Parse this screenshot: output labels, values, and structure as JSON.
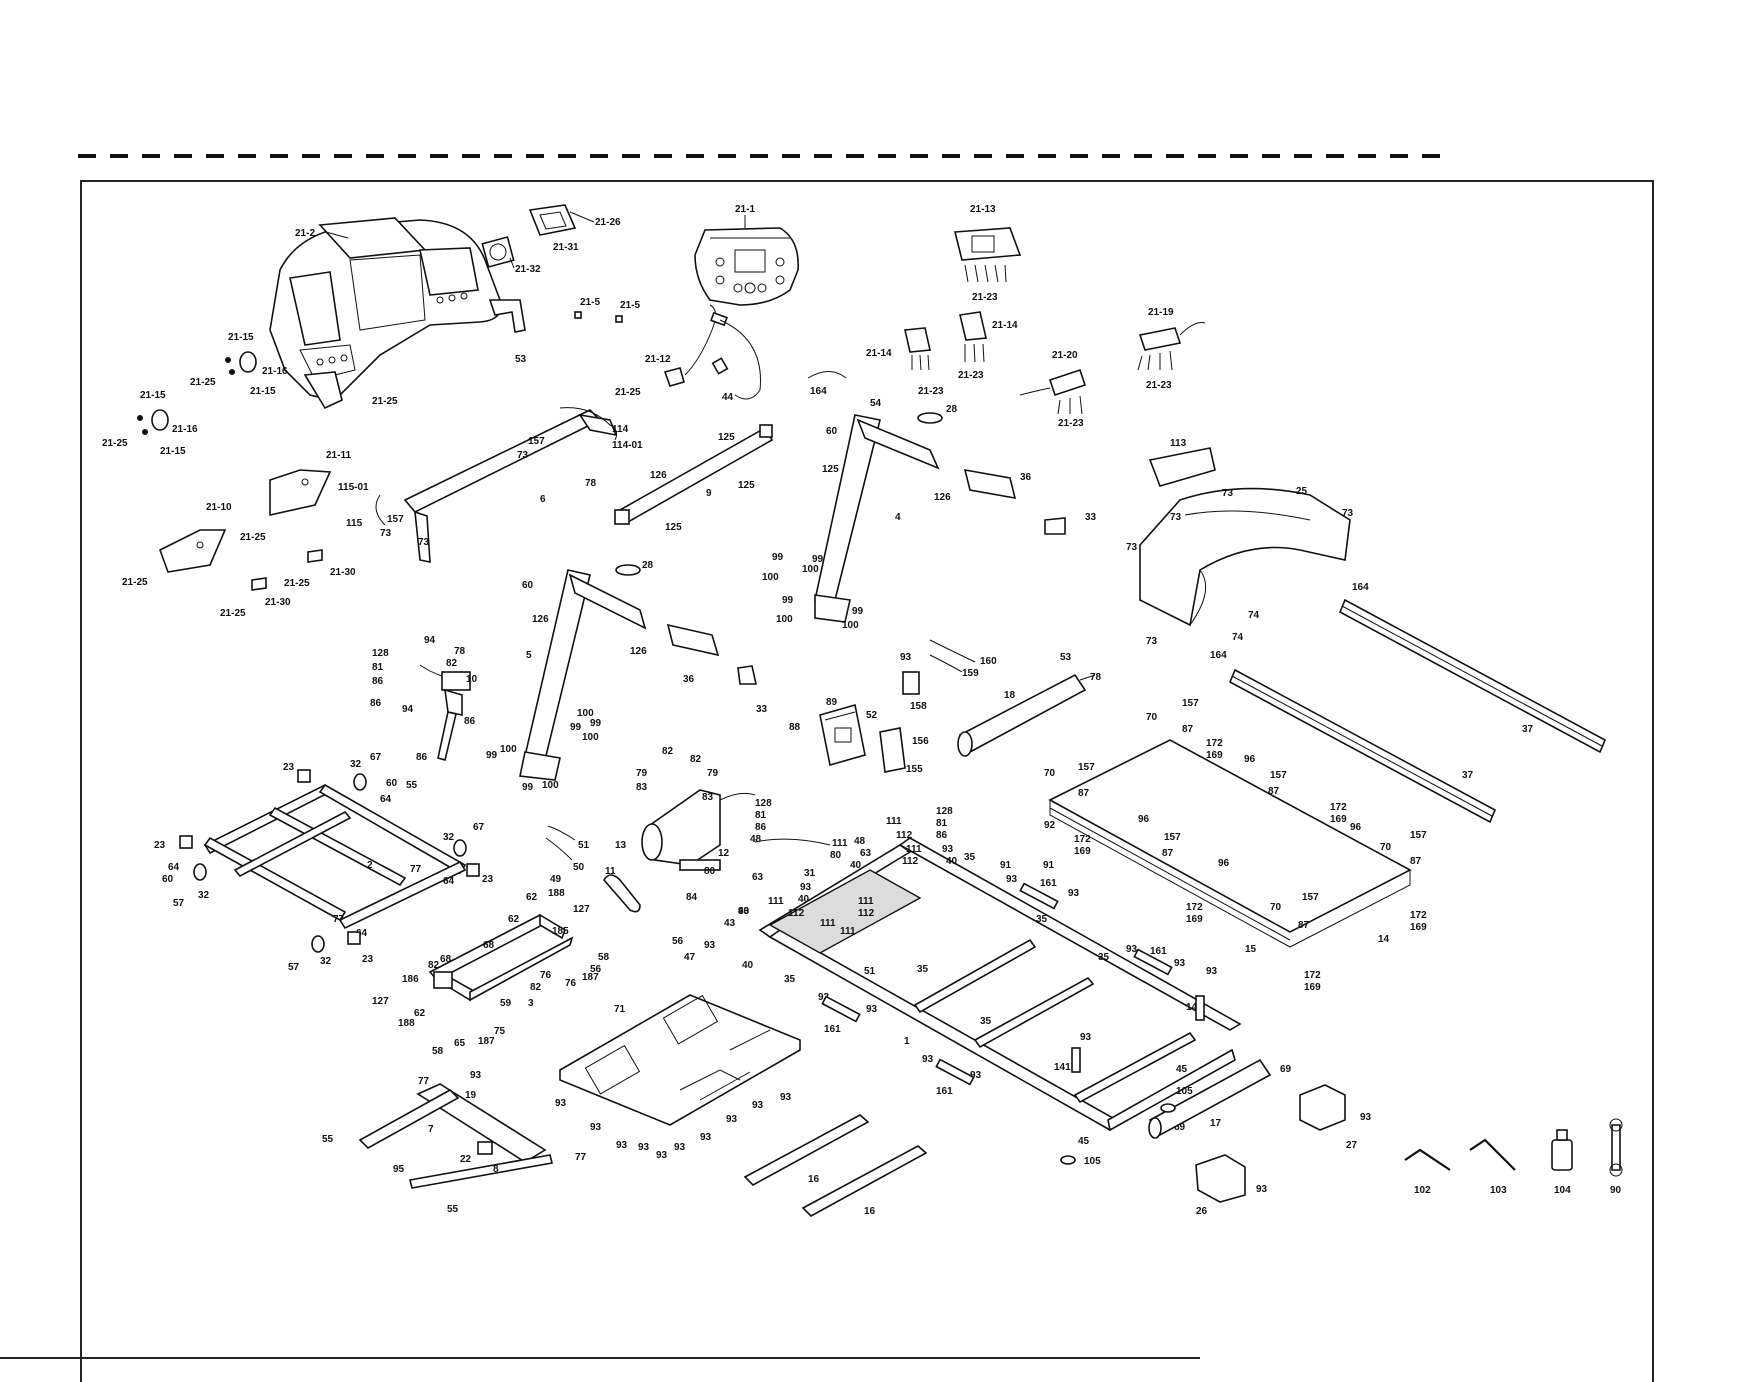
{
  "labels": {
    "l21_2": "21-2",
    "l21_26": "21-26",
    "l21_31": "21-31",
    "l21_32": "21-32",
    "l21_1": "21-1",
    "l21_13": "21-13",
    "l21_23a": "21-23",
    "l21_5a": "21-5",
    "l21_5b": "21-5",
    "l53": "53",
    "l21_15a": "21-15",
    "l21_16a": "21-16",
    "l21_25a": "21-25",
    "l21_15b": "21-15",
    "l21_25b": "21-25",
    "l21_15c": "21-15",
    "l21_16b": "21-16",
    "l21_25c": "21-25",
    "l21_15d": "21-15",
    "l21_12": "21-12",
    "l21_25d": "21-25",
    "l44": "44",
    "l21_14a": "21-14",
    "l21_23b": "21-23",
    "l21_14b": "21-14",
    "l21_23c": "21-23",
    "l164a": "164",
    "l21_20": "21-20",
    "l21_23d": "21-23",
    "l21_19": "21-19",
    "l21_23e": "21-23",
    "l114": "114",
    "l114_01": "114-01",
    "l157a": "157",
    "l73a": "73",
    "l78": "78",
    "l6": "6",
    "l21_11": "21-11",
    "l115_01": "115-01",
    "l115": "115",
    "l157b": "157",
    "l73b": "73",
    "l73c": "73",
    "l21_10": "21-10",
    "l21_25e": "21-25",
    "l21_25f": "21-25",
    "l21_25g": "21-25",
    "l21_30a": "21-30",
    "l21_25h": "21-25",
    "l21_30b": "21-30",
    "l125a": "125",
    "l125b": "125",
    "l126a": "126",
    "l9": "9",
    "l125c": "125",
    "l54": "54",
    "l60a": "60",
    "l125d": "125",
    "l28a": "28",
    "l126b": "126",
    "l4": "4",
    "l36a": "36",
    "l33a": "33",
    "l113": "113",
    "l73d": "73",
    "l25": "25",
    "l73e": "73",
    "l73f": "73",
    "l73g": "73",
    "l73h": "73",
    "l74a": "74",
    "l74b": "74",
    "l164b": "164",
    "l164c": "164",
    "l37a": "37",
    "l37b": "37",
    "l99a": "99",
    "l100a": "100",
    "l99b": "99",
    "l100b": "100",
    "l99c": "99",
    "l100c": "100",
    "l99d": "99",
    "l100d": "100",
    "l60b": "60",
    "l126c": "126",
    "l28b": "28",
    "l5": "5",
    "l126d": "126",
    "l36b": "36",
    "l33b": "33",
    "l99e": "99",
    "l100e": "100",
    "l99f": "99",
    "l100f": "100",
    "l99g": "99",
    "l100g": "100",
    "l128a": "128",
    "l94a": "94",
    "l78b": "78",
    "l81a": "81",
    "l82a": "82",
    "l86a": "86",
    "l10": "10",
    "l86b": "86",
    "l94b": "94",
    "l86c": "86",
    "l86d": "86",
    "l93a": "93",
    "l160": "160",
    "l159": "159",
    "l158": "158",
    "l89": "89",
    "l52": "52",
    "l88": "88",
    "l156": "156",
    "l155": "155",
    "l53b": "53",
    "l78c": "78",
    "l18": "18",
    "l70a": "70",
    "l157c": "157",
    "l87a": "87",
    "l172a": "172",
    "l169a": "169",
    "l96a": "96",
    "l70b": "70",
    "l157d": "157",
    "l87b": "87",
    "l157e": "157",
    "l87c": "87",
    "l172b": "172",
    "l169b": "169",
    "l96b": "96",
    "l96c": "96",
    "l157f": "157",
    "l87d": "87",
    "l96d": "96",
    "l172c": "172",
    "l169c": "169",
    "l70c": "70",
    "l157g": "157",
    "l87e": "87",
    "l70d": "70",
    "l157h": "157",
    "l87f": "87",
    "l172d": "172",
    "l169d": "169",
    "l15": "15",
    "l14": "14",
    "l172e": "172",
    "l169e": "169",
    "l172f": "172",
    "l169f": "169",
    "l23a": "23",
    "l32a": "32",
    "l67a": "67",
    "l60c": "60",
    "l64a": "64",
    "l55a": "55",
    "l23b": "23",
    "l64b": "64",
    "l60d": "60",
    "l57a": "57",
    "l32b": "32",
    "l2": "2",
    "l32c": "32",
    "l67b": "67",
    "l77a": "77",
    "l64c": "64",
    "l23c": "23",
    "l77b": "77",
    "l64d": "64",
    "l23d": "23",
    "l32d": "32",
    "l57b": "57",
    "l62a": "62",
    "l188a": "188",
    "l127a": "127",
    "l62b": "62",
    "l185": "185",
    "l68a": "68",
    "l58a": "58",
    "l56a": "56",
    "l82b": "82",
    "l186": "186",
    "l76a": "76",
    "l76b": "76",
    "l187a": "187",
    "l127b": "127",
    "l188b": "188",
    "l62c": "62",
    "l59": "59",
    "l3": "3",
    "l58b": "58",
    "l65": "65",
    "l187b": "187",
    "l75": "75",
    "l82c": "82",
    "l82d": "82",
    "l79a": "79",
    "l79b": "79",
    "l83a": "83",
    "l83b": "83",
    "l128b": "128",
    "l81b": "81",
    "l86e": "86",
    "l13": "13",
    "l12": "12",
    "l80a": "80",
    "l84": "84",
    "l48": "48",
    "l49": "49",
    "l51a": "51",
    "l50": "50",
    "l11": "11",
    "l63a": "63",
    "l111a": "111",
    "l112a": "112",
    "l40a": "40",
    "l128c": "128",
    "l81c": "81",
    "l86f": "86",
    "l111b": "111",
    "l48b": "48",
    "l80b": "80",
    "l43a": "43",
    "l111c": "111",
    "l112b": "112",
    "l93b": "93",
    "l40b": "40",
    "l31": "31",
    "l63b": "63",
    "l93c": "93",
    "l40c": "40",
    "l111d": "111",
    "l112c": "112",
    "l111e": "111",
    "l112d": "112",
    "l40d": "40",
    "l43b": "43",
    "l93d": "93",
    "l111f": "111",
    "l111g": "111",
    "l40e": "40",
    "l56b": "56",
    "l93e": "93",
    "l47": "47",
    "l51b": "51",
    "l35a": "35",
    "l92": "92",
    "l91a": "91",
    "l91b": "91",
    "l172g": "172",
    "l169g": "169",
    "l93f": "93",
    "l161a": "161",
    "l93g": "93",
    "l35b": "35",
    "l35c": "35",
    "l35d": "35",
    "l93h": "93",
    "l161b": "161",
    "l93i": "93",
    "l93j": "93",
    "l141a": "141",
    "l35e": "35",
    "l93k": "93",
    "l93l": "93",
    "l161c": "161",
    "l93m": "93",
    "l93n": "93",
    "l161d": "161",
    "l35f": "35",
    "l1": "1",
    "l93o": "93",
    "l141b": "141",
    "l45a": "45",
    "l105a": "105",
    "l17": "17",
    "l69a": "69",
    "l69b": "69",
    "l45b": "45",
    "l105b": "105",
    "l27": "27",
    "l93p": "93",
    "l26": "26",
    "l93q": "93",
    "l71": "71",
    "l93r": "93",
    "l93s": "93",
    "l93t": "93",
    "l93u": "93",
    "l93v": "93",
    "l93w": "93",
    "l93x": "93",
    "l93y": "93",
    "l93z": "93",
    "l77c": "77",
    "l93aa": "93",
    "l19": "19",
    "l7": "7",
    "l8": "8",
    "l22": "22",
    "l55b": "55",
    "l95": "95",
    "l77d": "77",
    "l55c": "55",
    "l16a": "16",
    "l16b": "16",
    "l102": "102",
    "l103": "103",
    "l104": "104",
    "l90": "90"
  }
}
